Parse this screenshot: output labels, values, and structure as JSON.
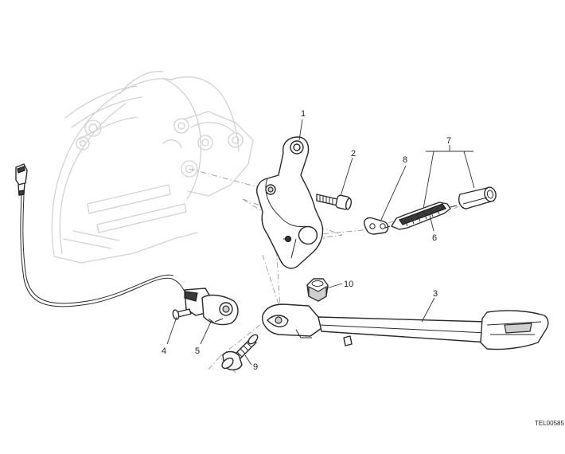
{
  "callouts": {
    "c1": "1",
    "c2": "2",
    "c3": "3",
    "c4": "4",
    "c5": "5",
    "c6": "6",
    "c7": "7",
    "c8": "8",
    "c9": "9",
    "c10": "10"
  },
  "reference_code": "TEL00585",
  "colors": {
    "line": "#2a2a2a",
    "engine_outline": "#d2d2d2",
    "phantom_line": "#9a9a9a"
  },
  "icons": [
    "connector-plug-icon",
    "spring-icon",
    "bushing-icon"
  ]
}
